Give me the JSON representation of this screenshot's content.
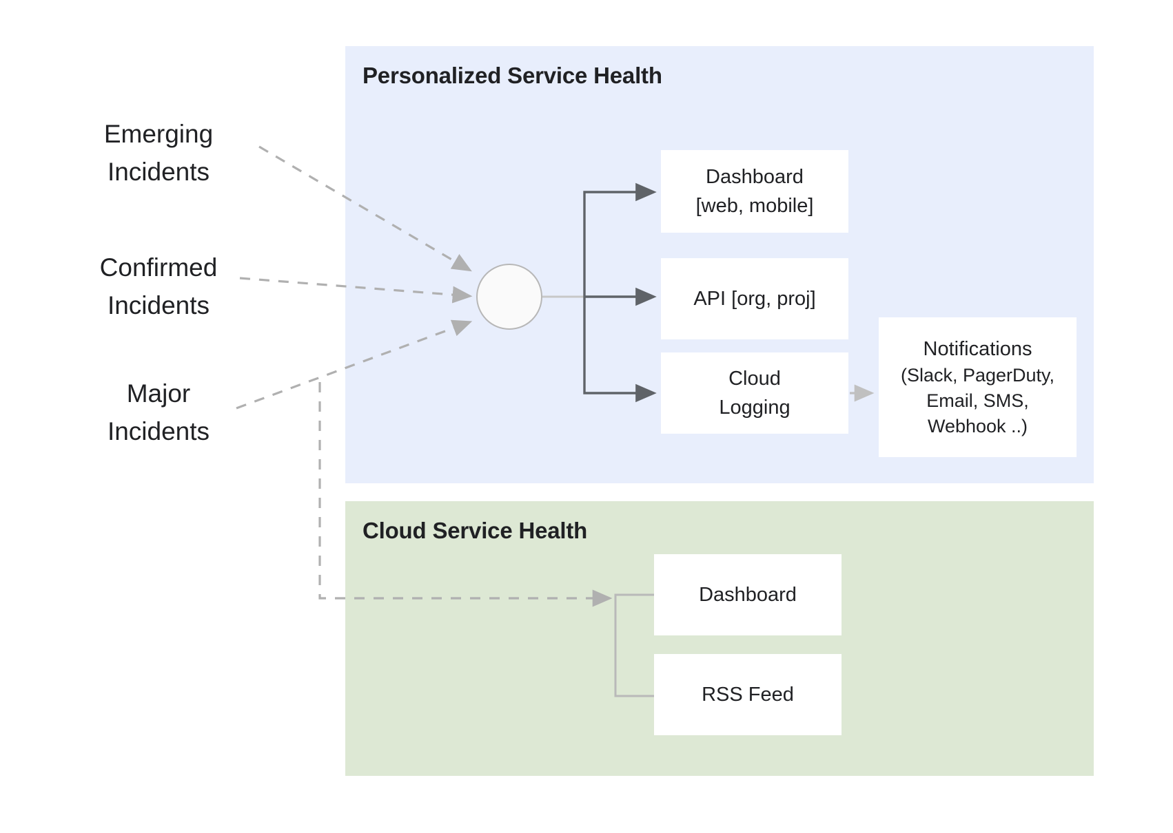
{
  "diagram": {
    "title_hidden": "",
    "colors": {
      "panel_personalized_bg": "#e8eefc",
      "panel_cloud_bg": "#dde8d4",
      "node_bg": "#ffffff",
      "text": "#202124",
      "solid_edge": "#5f6368",
      "dashed_edge": "#b0b0b0",
      "hub_stroke": "#b7b7b7",
      "hub_fill": "#fafafa"
    },
    "inputs": [
      {
        "id": "emerging-incidents",
        "line1": "Emerging",
        "line2": "Incidents"
      },
      {
        "id": "confirmed-incidents",
        "line1": "Confirmed",
        "line2": "Incidents"
      },
      {
        "id": "major-incidents",
        "line1": "Major",
        "line2": "Incidents"
      }
    ],
    "panels": [
      {
        "id": "personalized-service-health",
        "title": "Personalized Service Health",
        "nodes": [
          {
            "id": "dashboard-web-mobile",
            "line1": "Dashboard",
            "line2": "[web, mobile]"
          },
          {
            "id": "api-org-proj",
            "line1": "API [org, proj]",
            "line2": ""
          },
          {
            "id": "cloud-logging",
            "line1": "Cloud",
            "line2": "Logging"
          },
          {
            "id": "notifications",
            "line1": "Notifications",
            "line2": "(Slack, PagerDuty,",
            "line3": "Email, SMS,",
            "line4": "Webhook ..)"
          }
        ]
      },
      {
        "id": "cloud-service-health",
        "title": "Cloud Service Health",
        "nodes": [
          {
            "id": "dashboard",
            "line1": "Dashboard",
            "line2": ""
          },
          {
            "id": "rss-feed",
            "line1": "RSS Feed",
            "line2": ""
          }
        ]
      }
    ],
    "edges": [
      {
        "from": "emerging-incidents",
        "to": "hub",
        "style": "dashed"
      },
      {
        "from": "confirmed-incidents",
        "to": "hub",
        "style": "dashed"
      },
      {
        "from": "major-incidents",
        "to": "hub",
        "style": "dashed"
      },
      {
        "from": "major-incidents",
        "to": "cloud-service-health",
        "style": "dashed"
      },
      {
        "from": "hub",
        "to": "dashboard-web-mobile",
        "style": "solid"
      },
      {
        "from": "hub",
        "to": "api-org-proj",
        "style": "solid"
      },
      {
        "from": "hub",
        "to": "cloud-logging",
        "style": "solid"
      },
      {
        "from": "cloud-logging",
        "to": "notifications",
        "style": "solid-light"
      }
    ]
  }
}
